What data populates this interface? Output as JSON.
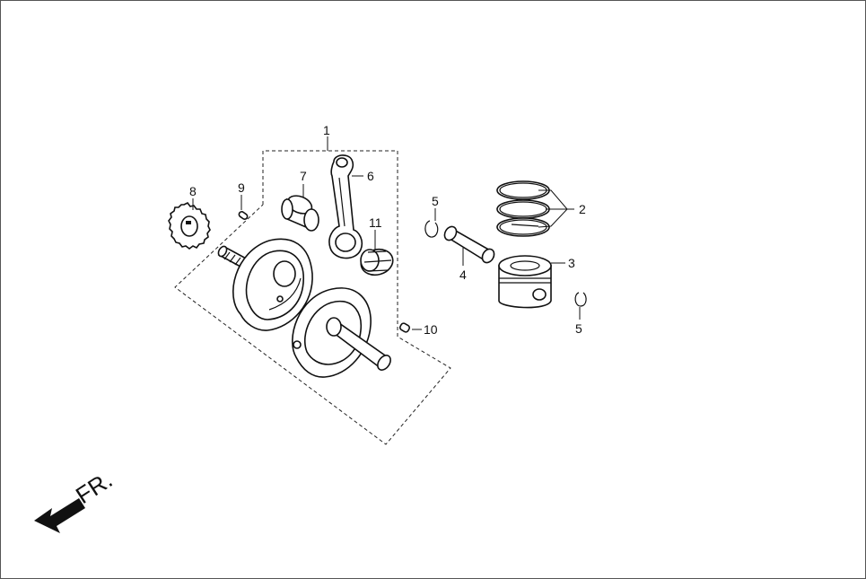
{
  "diagram": {
    "callouts": [
      {
        "id": "1",
        "label": "1"
      },
      {
        "id": "2",
        "label": "2"
      },
      {
        "id": "3",
        "label": "3"
      },
      {
        "id": "4",
        "label": "4"
      },
      {
        "id": "5a",
        "label": "5"
      },
      {
        "id": "5b",
        "label": "5"
      },
      {
        "id": "6",
        "label": "6"
      },
      {
        "id": "7",
        "label": "7"
      },
      {
        "id": "8",
        "label": "8"
      },
      {
        "id": "9",
        "label": "9"
      },
      {
        "id": "10",
        "label": "10"
      },
      {
        "id": "11",
        "label": "11"
      }
    ],
    "direction_label": "FR."
  }
}
